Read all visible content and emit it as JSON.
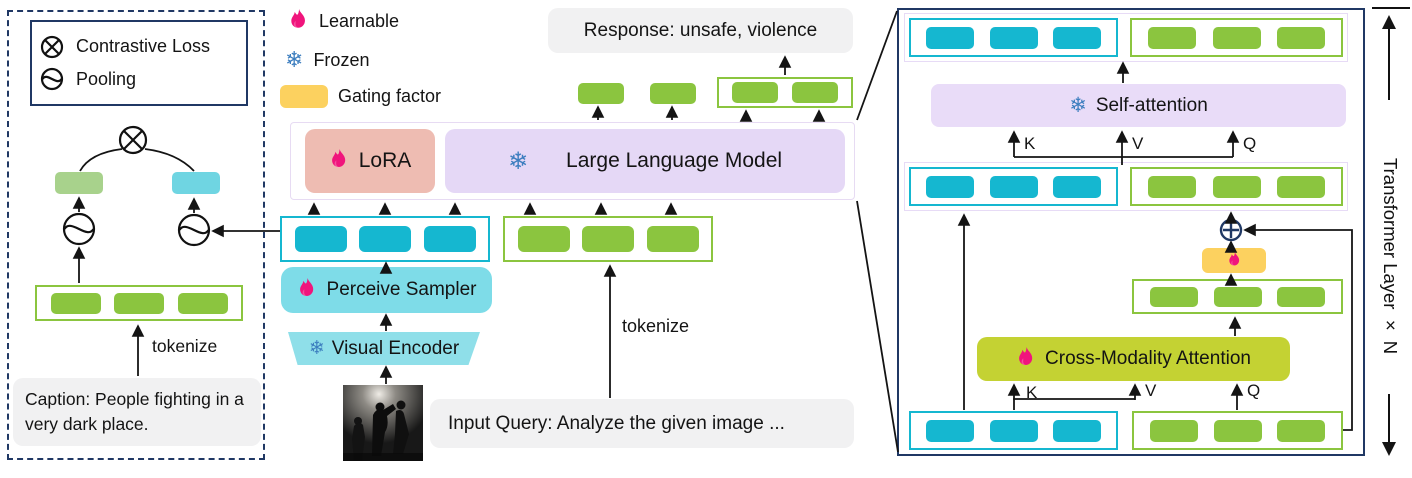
{
  "figure": {
    "left_panel": {
      "legend": {
        "contrastive": "Contrastive Loss",
        "pooling": "Pooling"
      },
      "tokenize": "tokenize",
      "caption": "Caption: People fighting in a very dark place."
    },
    "key": {
      "learnable": "Learnable",
      "frozen": "Frozen",
      "gating": "Gating factor"
    },
    "pipeline": {
      "response": "Response: unsafe, violence",
      "lora": "LoRA",
      "llm": "Large Language Model",
      "perceive_sampler": "Perceive Sampler",
      "visual_encoder": "Visual Encoder",
      "tokenize": "tokenize",
      "input_query": "Input Query: Analyze the given image ..."
    },
    "transformer": {
      "self_attention": "Self-attention",
      "cross_modality": "Cross-Modality Attention",
      "top": {
        "k": "K",
        "v": "V",
        "q": "Q"
      },
      "bottom": {
        "k": "K",
        "v": "V",
        "q": "Q"
      },
      "layer_label": "Transformer Layer × N"
    },
    "icons": {
      "learnable": "flame-icon",
      "frozen": "snowflake-icon",
      "contrastive": "circled-x-icon",
      "pooling": "circled-wave-icon",
      "merge": "circled-plus-icon"
    },
    "colors": {
      "navy": "#203864",
      "cyan": "#15b7d0",
      "green": "#8bc53f",
      "light_green": "#a8d28c",
      "light_cyan_token": "#6fd5e2",
      "module_cyan": "#7edce8",
      "lavender": "#e5d8f6",
      "salmon": "#eebcb2",
      "yellow": "#fcd15f",
      "olive": "#c4d233",
      "flame_pink": "#f0157c",
      "frozen_blue": "#3d7ebf",
      "bubble_gray": "#f1f1f2"
    }
  }
}
